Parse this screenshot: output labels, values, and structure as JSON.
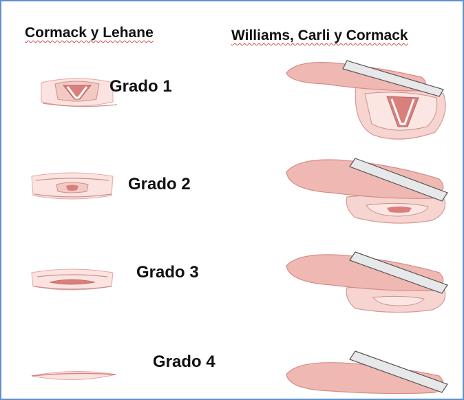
{
  "headings": {
    "left": "Cormack y Lehane",
    "right": "Williams, Carli y Cormack"
  },
  "grades": [
    {
      "label": "Grado 1"
    },
    {
      "label": "Grado 2"
    },
    {
      "label": "Grado 3"
    },
    {
      "label": "Grado 4"
    }
  ],
  "colors": {
    "border": "#5b8fd1",
    "tissue": "#f3c9c4",
    "tissue_dark": "#d97f7c",
    "blade": "#e6e8ea"
  }
}
